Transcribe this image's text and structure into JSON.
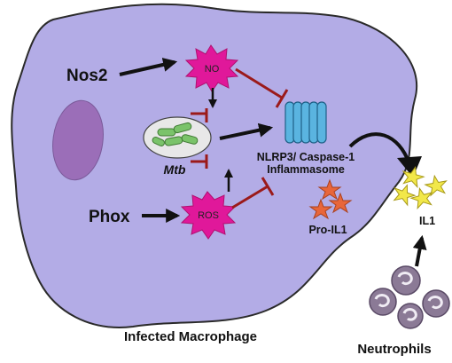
{
  "nodes": {
    "nos2": "Nos2",
    "phox": "Phox",
    "no": "NO",
    "ros": "ROS",
    "mtb": "Mtb",
    "nlrp3_line1": "NLRP3/ Caspase-1",
    "nlrp3_line2": "Inflammasome",
    "pro_il1": "Pro-IL1",
    "il1": "IL1",
    "neutrophils": "Neutrophils",
    "macrophage": "Infected Macrophage"
  },
  "colors": {
    "cell_fill": "#b3ace6",
    "nucleus_fill": "#9b6eb8",
    "burst_fill": "#e0189a",
    "inhibit_line": "#9b1a1a",
    "bacteria_fill": "#7ac36a",
    "inflammasome_fill": "#5ab4e0",
    "pro_il1_fill": "#e8663a",
    "il1_fill": "#f2e84a",
    "neutrophil_fill": "#8b7a96"
  },
  "icons": {
    "no_burst": "burst-icon",
    "ros_burst": "burst-icon",
    "bacteria": "bacteria-icon",
    "inflammasome": "inflammasome-icon",
    "pro_il1": "star-icon",
    "il1": "star-icon",
    "neutrophil": "neutrophil-icon"
  }
}
